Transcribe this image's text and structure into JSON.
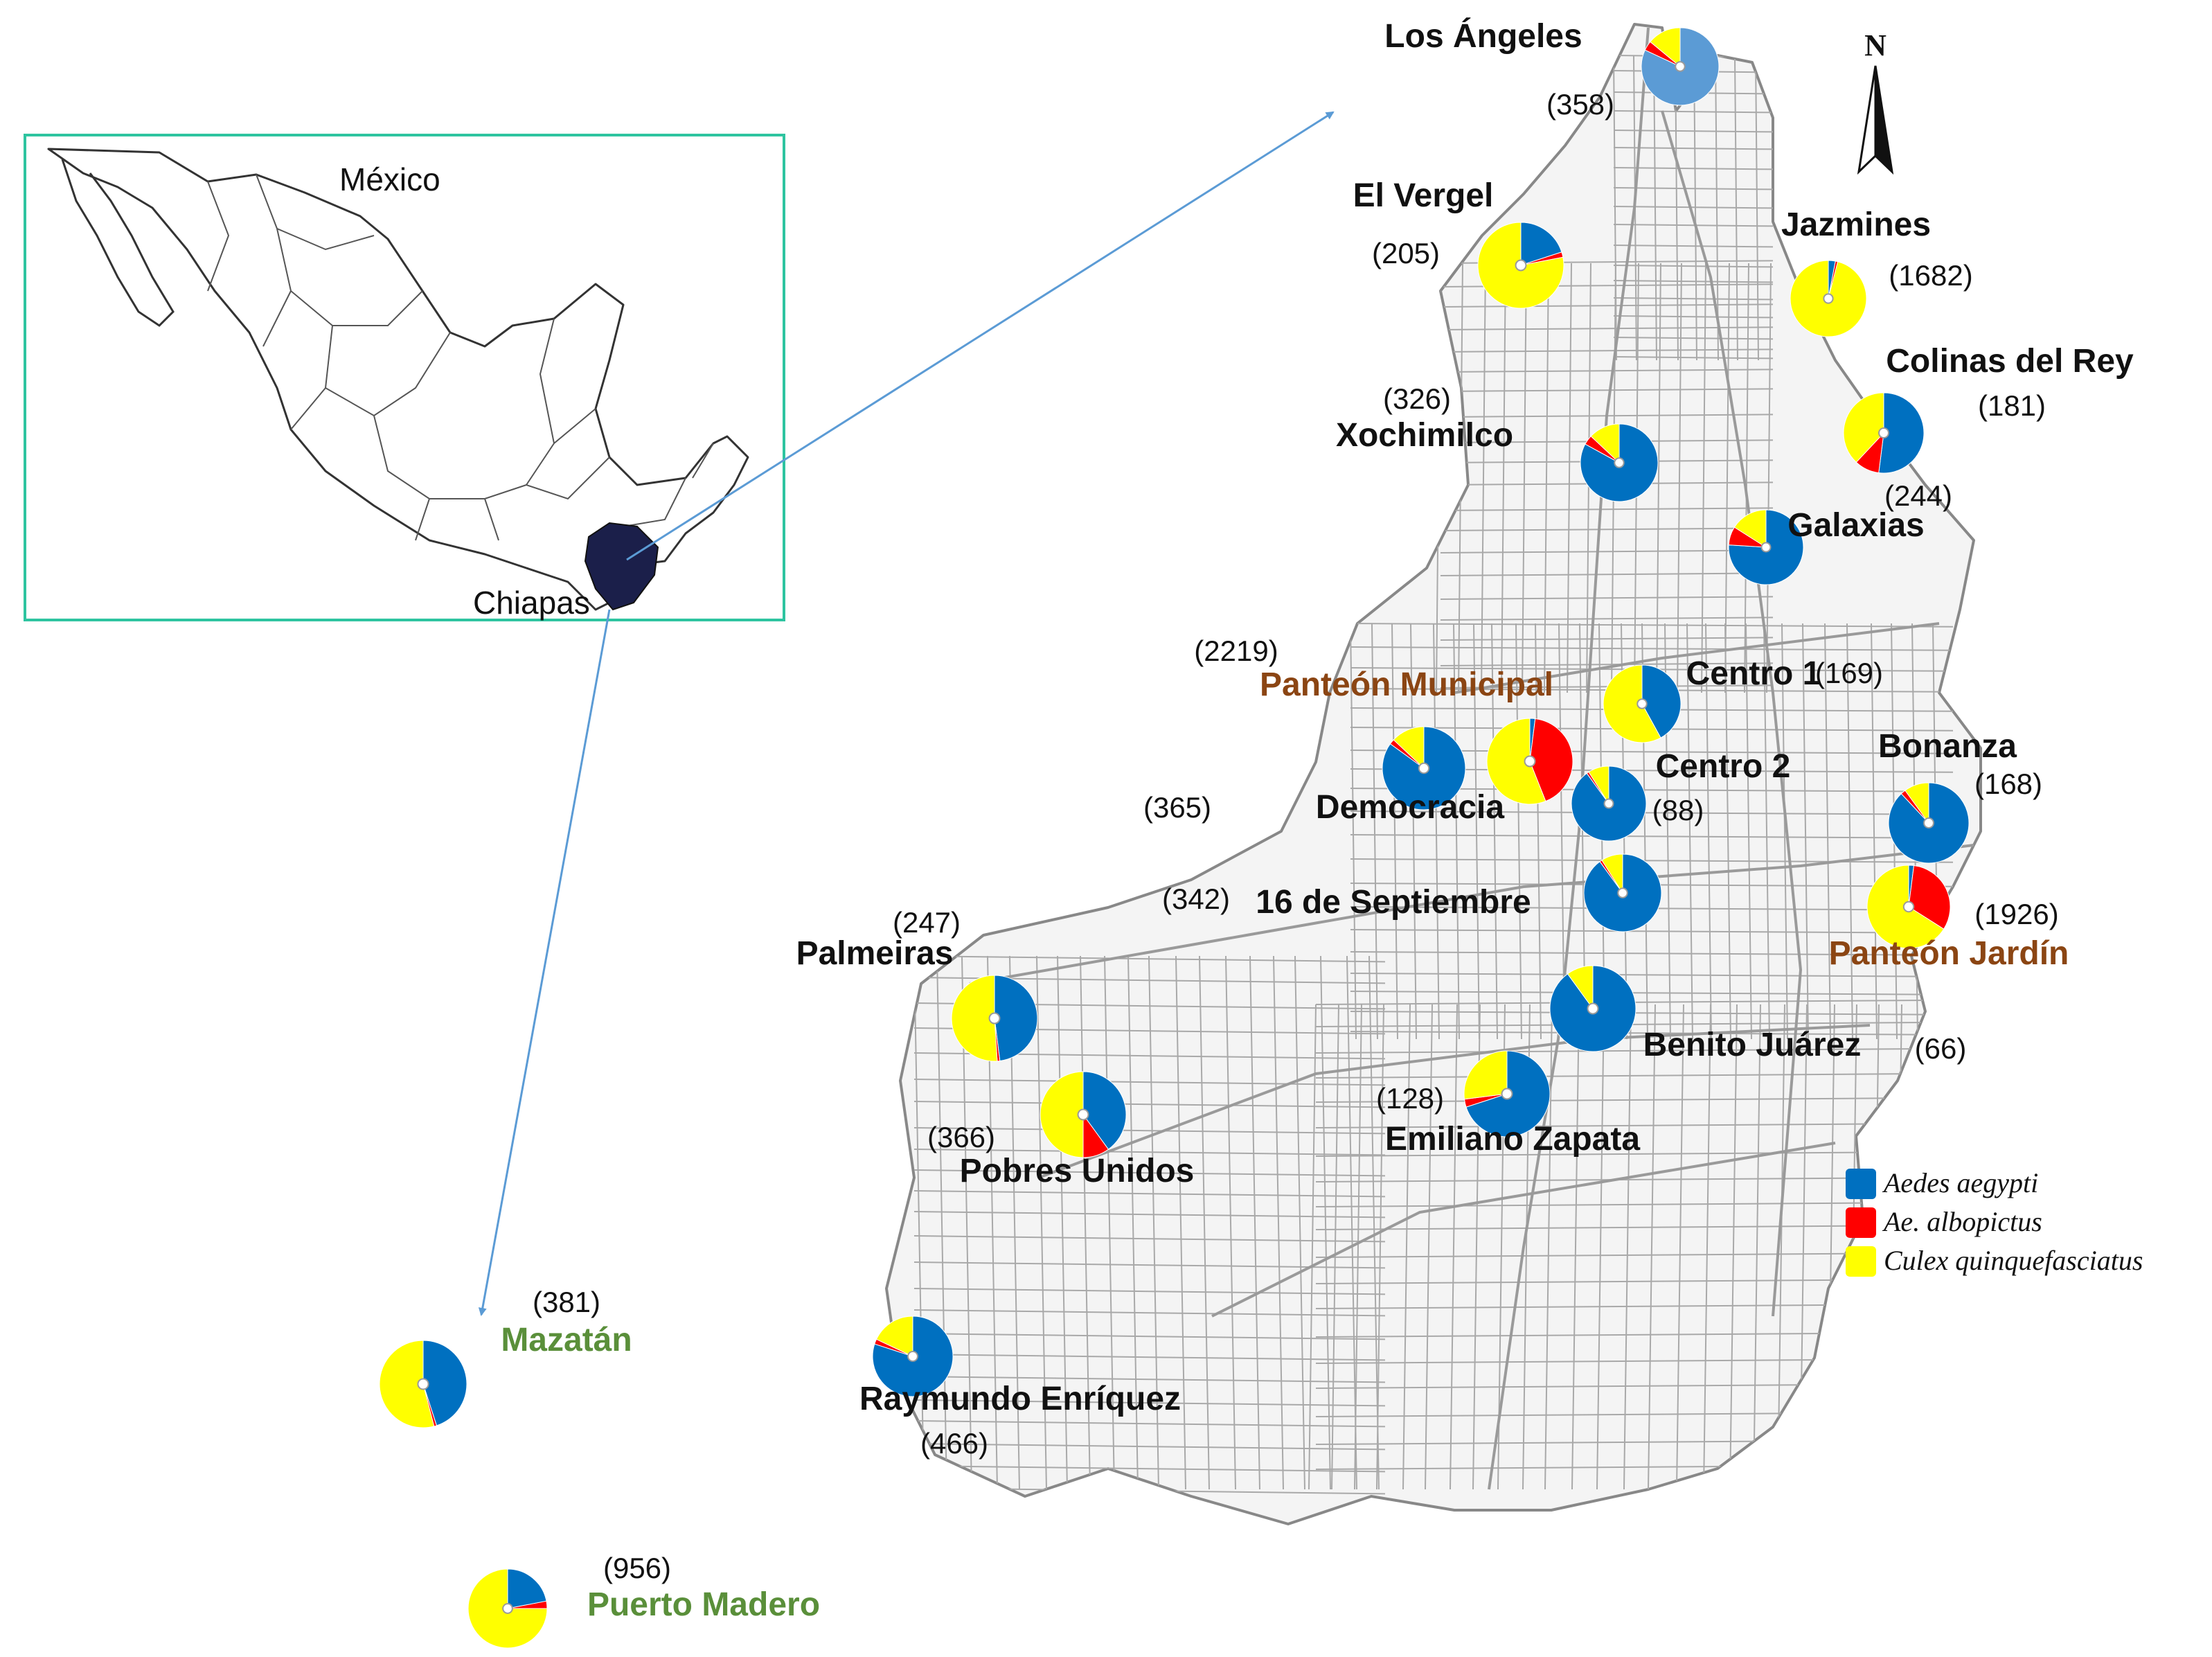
{
  "inset": {
    "country_label": "México",
    "state_label": "Chiapas"
  },
  "north_arrow": {
    "label": "N",
    "icon": "north-arrow-icon"
  },
  "legend": [
    {
      "name": "Aedes aegypti",
      "color": "#0070c0"
    },
    {
      "name": "Ae. albopictus",
      "color": "#ff0000"
    },
    {
      "name": "Culex quinquefasciatus",
      "color": "#ffff00"
    }
  ],
  "sites": [
    {
      "id": "los-angeles",
      "name": "Los Ángeles",
      "count": "(358)",
      "type": "urban",
      "shares": [
        0.82,
        0.04,
        0.14
      ],
      "first_color_override": "#5b9bd5"
    },
    {
      "id": "el-vergel",
      "name": "El Vergel",
      "count": "(205)",
      "type": "urban",
      "shares": [
        0.2,
        0.02,
        0.78
      ]
    },
    {
      "id": "jazmines",
      "name": "Jazmines",
      "count": "(1682)",
      "type": "urban",
      "shares": [
        0.03,
        0.01,
        0.96
      ]
    },
    {
      "id": "colinas-del-rey",
      "name": "Colinas del Rey",
      "count": "(181)",
      "type": "urban",
      "shares": [
        0.52,
        0.1,
        0.38
      ]
    },
    {
      "id": "xochimilco",
      "name": "Xochimilco",
      "count": "(326)",
      "type": "urban",
      "shares": [
        0.83,
        0.04,
        0.13
      ]
    },
    {
      "id": "galaxias",
      "name": "Galaxias",
      "count": "(244)",
      "type": "urban",
      "shares": [
        0.76,
        0.08,
        0.16
      ]
    },
    {
      "id": "centro-1",
      "name": "Centro 1",
      "count": "(169)",
      "type": "urban",
      "shares": [
        0.42,
        0.0,
        0.58
      ]
    },
    {
      "id": "panteon-municipal",
      "name": "Panteón Municipal",
      "count": "(2219)",
      "type": "cemetery",
      "shares": [
        0.02,
        0.42,
        0.56
      ]
    },
    {
      "id": "democracia",
      "name": "Democracia",
      "count": "(365)",
      "type": "urban",
      "shares": [
        0.85,
        0.02,
        0.13
      ]
    },
    {
      "id": "centro-2",
      "name": "Centro 2",
      "count": "(88)",
      "type": "urban",
      "shares": [
        0.9,
        0.01,
        0.09
      ]
    },
    {
      "id": "bonanza",
      "name": "Bonanza",
      "count": "(168)",
      "type": "urban",
      "shares": [
        0.88,
        0.02,
        0.1
      ]
    },
    {
      "id": "16-de-septiembre",
      "name": "16 de Septiembre",
      "count": "(342)",
      "type": "urban",
      "shares": [
        0.9,
        0.01,
        0.09
      ]
    },
    {
      "id": "panteon-jardin",
      "name": "Panteón Jardín",
      "count": "(1926)",
      "type": "cemetery",
      "shares": [
        0.02,
        0.32,
        0.66
      ]
    },
    {
      "id": "palmeiras",
      "name": "Palmeiras",
      "count": "(247)",
      "type": "urban",
      "shares": [
        0.48,
        0.01,
        0.51
      ]
    },
    {
      "id": "benito-juarez",
      "name": "Benito Juárez",
      "count": "(66)",
      "type": "urban",
      "shares": [
        0.9,
        0.0,
        0.1
      ]
    },
    {
      "id": "emiliano-zapata",
      "name": "Emiliano Zapata",
      "count": "(128)",
      "type": "urban",
      "shares": [
        0.7,
        0.03,
        0.27
      ]
    },
    {
      "id": "pobres-unidos",
      "name": "Pobres Unidos",
      "count": "(366)",
      "type": "urban",
      "shares": [
        0.4,
        0.1,
        0.5
      ]
    },
    {
      "id": "raymundo-enriquez",
      "name": "Raymundo Enríquez",
      "count": "(466)",
      "type": "urban",
      "shares": [
        0.8,
        0.02,
        0.18
      ]
    },
    {
      "id": "mazatan",
      "name": "Mazatán",
      "count": "(381)",
      "type": "rural",
      "shares": [
        0.45,
        0.01,
        0.54
      ]
    },
    {
      "id": "puerto-madero",
      "name": "Puerto Madero",
      "count": "(956)",
      "type": "rural",
      "shares": [
        0.22,
        0.03,
        0.75
      ]
    }
  ]
}
